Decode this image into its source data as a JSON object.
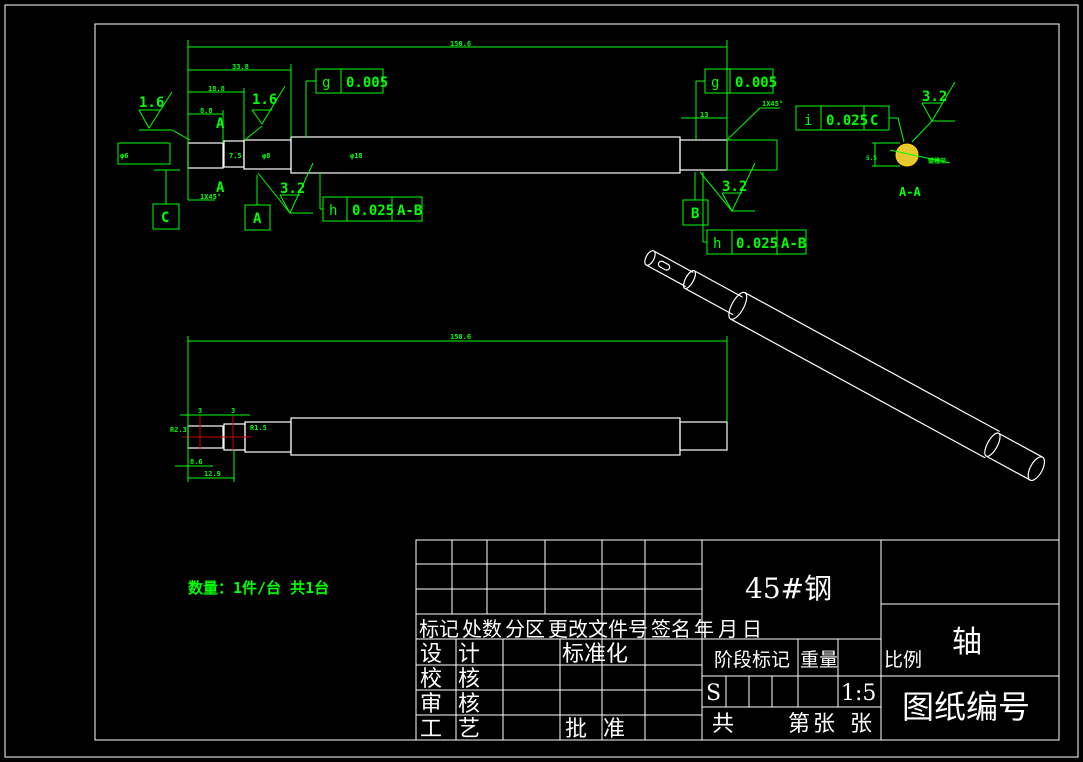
{
  "drawing": {
    "front_view": {
      "dims": {
        "overall": "150.6",
        "d1": "33.8",
        "d2": "18.8",
        "d3": "8.8",
        "right_len": "13",
        "chamfer_left": "1X45°",
        "chamfer_right": "1X45°",
        "dia_main": "φ18",
        "dia_step": "φ8",
        "dia_small": "7.5",
        "dia_end": "φ6"
      },
      "roughness": [
        "1.6",
        "1.6",
        "3.2",
        "3.2"
      ],
      "section_marks": [
        "A",
        "A"
      ],
      "datums": [
        "C",
        "A",
        "B"
      ],
      "tolerances": [
        {
          "symbol": "g",
          "value": "0.005",
          "datum": ""
        },
        {
          "symbol": "g",
          "value": "0.005",
          "datum": ""
        },
        {
          "symbol": "h",
          "value": "0.025",
          "datum": "A-B"
        },
        {
          "symbol": "h",
          "value": "0.025",
          "datum": "A-B"
        }
      ]
    },
    "section_view": {
      "title": "A-A",
      "tolerance": {
        "symbol": "i",
        "value": "0.025",
        "datum": "C"
      },
      "roughness": "3.2",
      "dim": "5.5",
      "note": "键槽深"
    },
    "top_view": {
      "dims": {
        "overall": "150.6",
        "slot1": "3",
        "slot2": "3",
        "r1": "R2.3",
        "r2": "R1.5",
        "off": "8.6",
        "len": "12.9"
      }
    },
    "quantity_note": "数量：1件/台 共1台"
  },
  "title_block": {
    "material": "45#钢",
    "part_name": "轴",
    "drawing_no": "图纸编号",
    "header_row": [
      "标记",
      "处数",
      "分区",
      "更改文件号",
      "签名",
      "年",
      "月",
      "日"
    ],
    "roles": [
      "设计",
      "校核",
      "审核",
      "工艺"
    ],
    "standardization": "标准化",
    "approve": "批准",
    "stage_label": "阶段标记",
    "weight_label": "重量",
    "scale_label": "比例",
    "stage_value": "S",
    "scale_value": "1:5",
    "sheets_total": "共",
    "sheet_no": "第",
    "sheet_unit1": "张",
    "sheet_unit2": "张"
  },
  "colors": {
    "line": "#ffffff",
    "annotation": "#00ff00",
    "hatch": "#ffd700",
    "center": "#cc0000"
  }
}
